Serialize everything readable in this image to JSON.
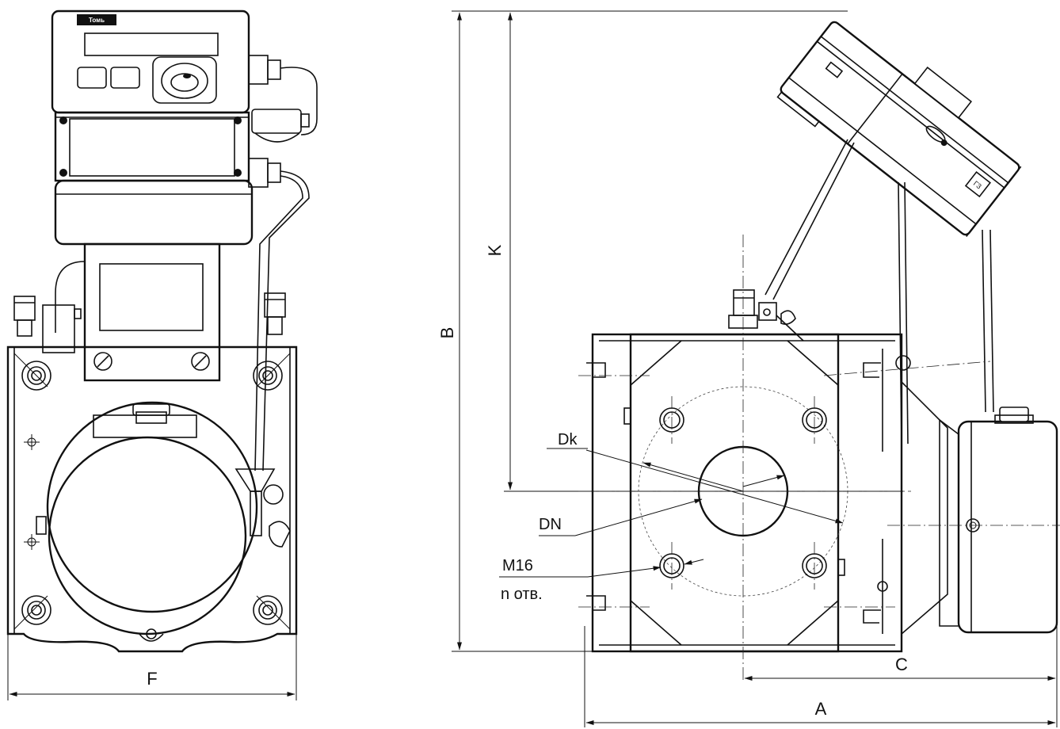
{
  "brand_logo": "Томь",
  "tag_label": "ГЗ",
  "labels": {
    "F": "F",
    "B": "B",
    "K": "K",
    "A": "A",
    "C": "C",
    "Dk": "Dk",
    "DN": "DN",
    "M16": "M16",
    "holes": "n отв."
  }
}
